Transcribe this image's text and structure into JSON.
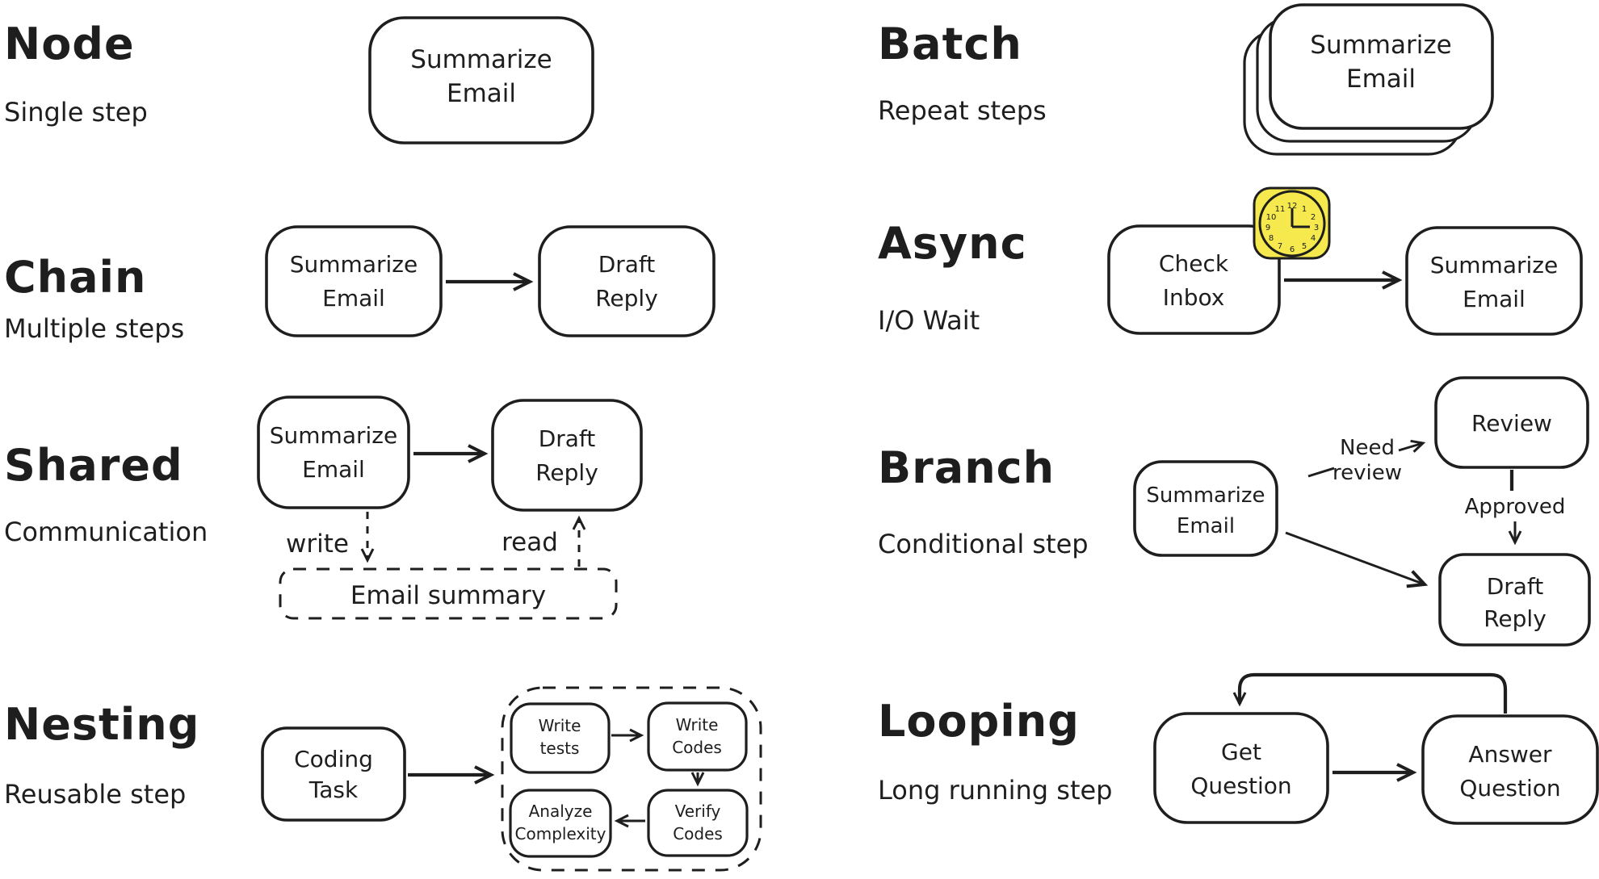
{
  "palette": {
    "ink": "#1e1e1e",
    "background": "#ffffff",
    "clock_fill": "#f5e94e"
  },
  "sections": {
    "node": {
      "title": "Node",
      "subtitle": "Single step",
      "box": {
        "line1": "Summarize",
        "line2": "Email"
      }
    },
    "chain": {
      "title": "Chain",
      "subtitle": "Multiple steps",
      "box1": {
        "line1": "Summarize",
        "line2": "Email"
      },
      "box2": {
        "line1": "Draft",
        "line2": "Reply"
      }
    },
    "shared": {
      "title": "Shared",
      "subtitle": "Communication",
      "box1": {
        "line1": "Summarize",
        "line2": "Email"
      },
      "box2": {
        "line1": "Draft",
        "line2": "Reply"
      },
      "write_label": "write",
      "read_label": "read",
      "store_label": "Email summary"
    },
    "nesting": {
      "title": "Nesting",
      "subtitle": "Reusable step",
      "outer_box": {
        "line1": "Coding",
        "line2": "Task"
      },
      "inner_boxes": {
        "write_tests": {
          "line1": "Write",
          "line2": "tests"
        },
        "write_codes": {
          "line1": "Write",
          "line2": "Codes"
        },
        "verify_codes": {
          "line1": "Verify",
          "line2": "Codes"
        },
        "analyze_complexity": {
          "line1": "Analyze",
          "line2": "Complexity"
        }
      }
    },
    "batch": {
      "title": "Batch",
      "subtitle": "Repeat steps",
      "box": {
        "line1": "Summarize",
        "line2": "Email"
      }
    },
    "async": {
      "title": "Async",
      "subtitle": "I/O Wait",
      "box1": {
        "line1": "Check",
        "line2": "Inbox"
      },
      "box2": {
        "line1": "Summarize",
        "line2": "Email"
      },
      "clock": {
        "numbers": [
          "12",
          "1",
          "2",
          "3",
          "4",
          "5",
          "6",
          "7",
          "8",
          "9",
          "10",
          "11"
        ]
      }
    },
    "branch": {
      "title": "Branch",
      "subtitle": "Conditional step",
      "box1": {
        "line1": "Summarize",
        "line2": "Email"
      },
      "review_box": {
        "line1": "Review"
      },
      "draft_box": {
        "line1": "Draft",
        "line2": "Reply"
      },
      "need_review_label": {
        "line1": "Need",
        "line2": "review"
      },
      "approved_label": "Approved"
    },
    "looping": {
      "title": "Looping",
      "subtitle": "Long running step",
      "box1": {
        "line1": "Get",
        "line2": "Question"
      },
      "box2": {
        "line1": "Answer",
        "line2": "Question"
      }
    }
  }
}
